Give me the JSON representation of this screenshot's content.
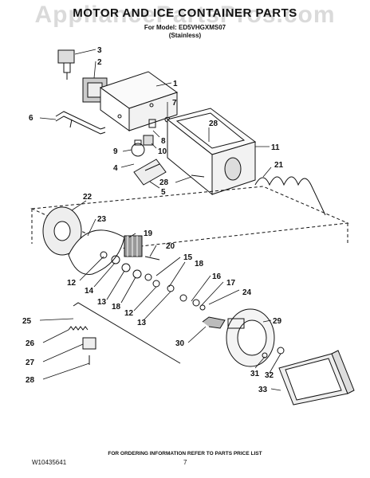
{
  "watermark": "AppliancePartsPros.com",
  "title": "MOTOR AND ICE CONTAINER PARTS",
  "model_line": "For Model: ED5VHGXMS07",
  "finish": "(Stainless)",
  "footer_note": "FOR ORDERING INFORMATION REFER TO PARTS PRICE LIST",
  "document_number": "W10435641",
  "page_number": "7",
  "callouts": {
    "c1": "1",
    "c2": "2",
    "c3": "3",
    "c4": "4",
    "c5": "5",
    "c6": "6",
    "c7": "7",
    "c8": "8",
    "c9": "9",
    "c10": "10",
    "c11": "11",
    "c12a": "12",
    "c12b": "12",
    "c13a": "13",
    "c13b": "13",
    "c14": "14",
    "c15": "15",
    "c16": "16",
    "c17": "17",
    "c18a": "18",
    "c18b": "18",
    "c19": "19",
    "c20": "20",
    "c21": "21",
    "c22": "22",
    "c23": "23",
    "c24": "24",
    "c25": "25",
    "c26": "26",
    "c27": "27",
    "c28a": "28",
    "c28b": "28",
    "c28c": "28",
    "c29": "29",
    "c30": "30",
    "c31": "31",
    "c32": "32",
    "c33": "33"
  }
}
